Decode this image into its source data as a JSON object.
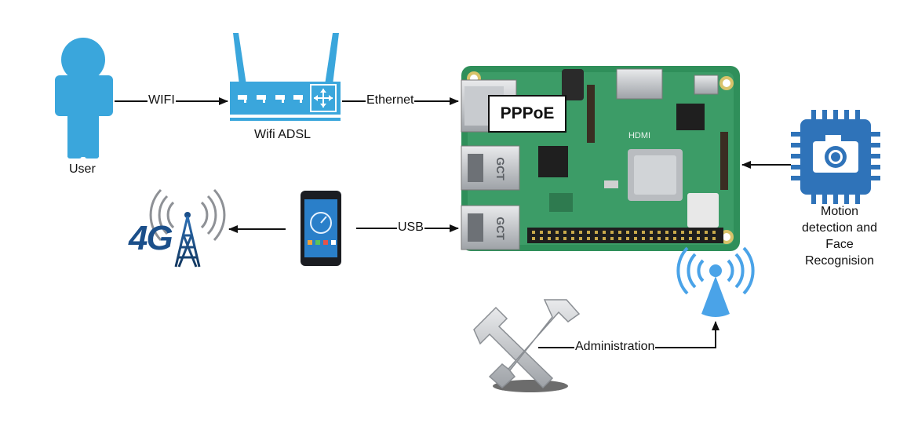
{
  "labels": {
    "user": "User",
    "wifi_link": "WIFI",
    "router": "Wifi ADSL",
    "ethernet_link": "Ethernet",
    "pppoe": "PPPoE",
    "usb_link": "USB",
    "fourg": "4G",
    "camera_line1": "Motion",
    "camera_line2": "detection and",
    "camera_line3": "Face",
    "camera_line4": "Recognision",
    "administration_link": "Administration",
    "board_chip": "GCT",
    "board_port": "HDMI"
  },
  "colors": {
    "icon_blue": "#3aa6dc",
    "camera_blue": "#2f73b9",
    "board_green": "#2f8f5a",
    "line": "#111111",
    "wifi_signal": "#4aa3e8",
    "fourg_blue": "#1b4f8a",
    "tools_grey": "#a9adb2"
  },
  "icons": [
    "user-icon",
    "router-icon",
    "raspberry-pi-board",
    "camera-chip-icon",
    "smartphone-icon",
    "cell-tower-icon",
    "tools-icon",
    "wifi-antenna-icon"
  ]
}
